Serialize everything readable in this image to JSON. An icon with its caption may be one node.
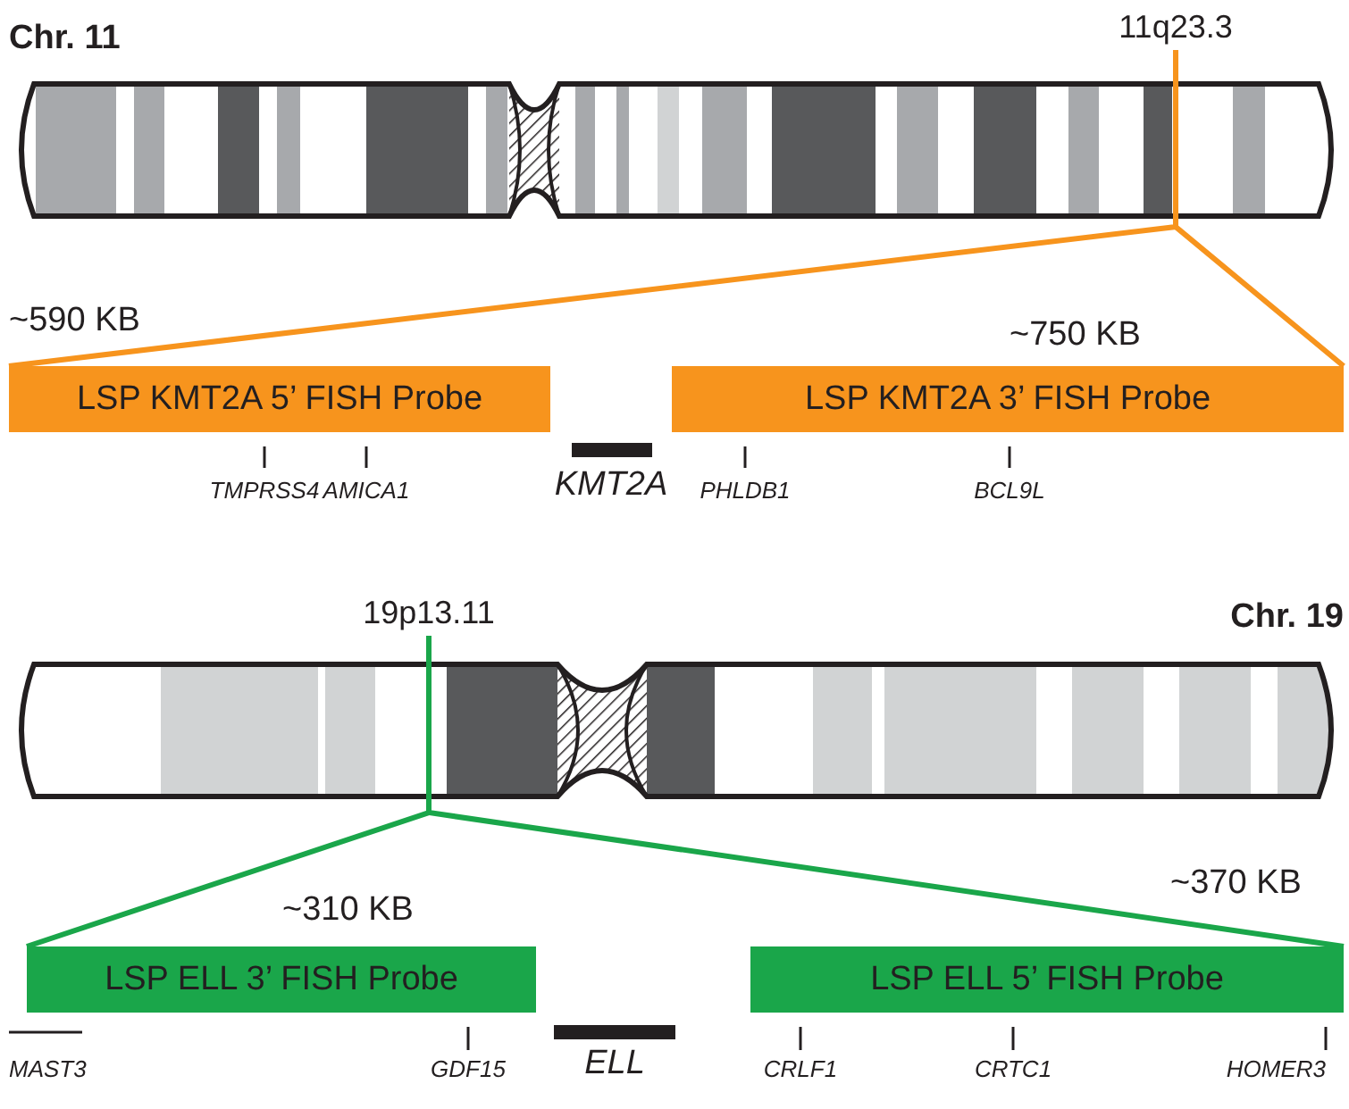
{
  "diagram": {
    "nodes": [
      {
        "text": [
          "11q23.3"
        ]
      },
      {
        "text": [
          "LSP KMT2A 5’ FISH Probe"
        ],
        "beside": [
          "~590 KB"
        ]
      },
      {
        "text": [
          "LSP KMT2A 3’ FISH Probe"
        ],
        "beside": [
          "~750 KB"
        ]
      },
      {
        "text": [
          "19p13.11"
        ]
      },
      {
        "text": [
          "LSP ELL 3’ FISH Probe"
        ],
        "beside": [
          "~310 KB"
        ]
      },
      {
        "text": [
          "LSP ELL 5’ FISH Probe"
        ],
        "beside": [
          "~370 KB"
        ]
      }
    ],
    "edges": [
      {
        "from": 0,
        "to": 1,
        "arrow": "none",
        "color": "#f7941d"
      },
      {
        "from": 0,
        "to": 2,
        "arrow": "none",
        "color": "#f7941d"
      },
      {
        "from": 3,
        "to": 4,
        "arrow": "none",
        "color": "#1aa64a"
      },
      {
        "from": 3,
        "to": 5,
        "arrow": "none",
        "color": "#1aa64a"
      }
    ],
    "labels": [
      "Chr. 11",
      "TMPRSS4",
      "AMICA1",
      "KMT2A",
      "PHLDB1",
      "BCL9L",
      "Chr. 19",
      "MAST3",
      "GDF15",
      "ELL",
      "CRLF1",
      "CRTC1",
      "HOMER3"
    ]
  }
}
